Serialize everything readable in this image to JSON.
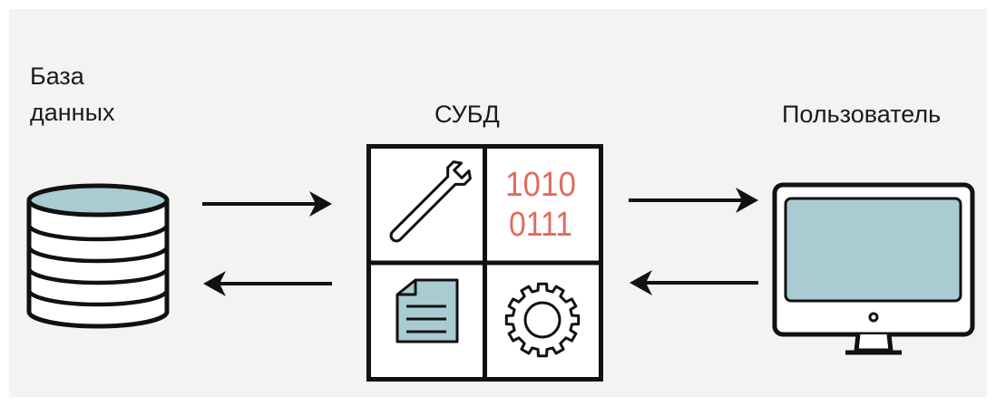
{
  "labels": {
    "database_line1": "База",
    "database_line2": "данных",
    "dbms": "СУБД",
    "user": "Пользователь"
  },
  "dbms_grid": {
    "binary_line1": "1010",
    "binary_line2": "0111"
  },
  "colors": {
    "background": "#f3f3f1",
    "stroke": "#111111",
    "fill_accent": "#a9ccd2",
    "binary_text": "#e06c5f"
  },
  "icons": [
    "database-icon",
    "wrench-icon",
    "binary-code-icon",
    "document-icon",
    "gear-icon",
    "monitor-icon",
    "arrow-right-icon",
    "arrow-left-icon"
  ]
}
